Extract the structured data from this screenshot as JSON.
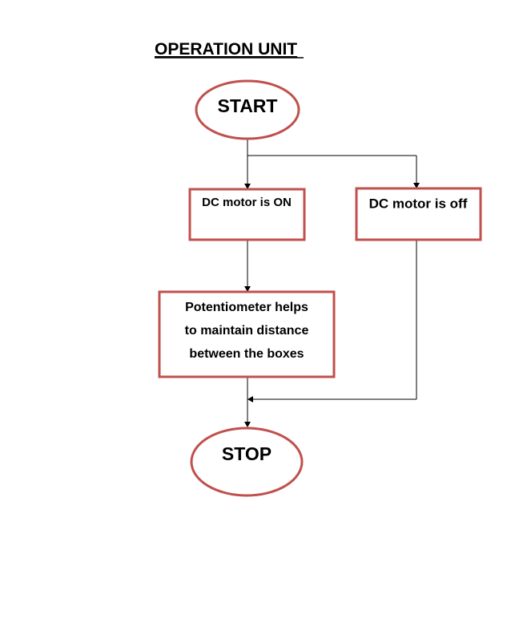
{
  "diagram": {
    "title": "OPERATION UNIT",
    "nodes": {
      "start": {
        "label": "START"
      },
      "motor_on": {
        "label": "DC motor is ON"
      },
      "motor_off": {
        "label": "DC motor is off"
      },
      "potentiometer": {
        "lines": [
          "Potentiometer helps",
          "to maintain distance",
          "between the boxes"
        ]
      },
      "stop": {
        "label": "STOP"
      }
    },
    "colors": {
      "node_border": "#c0504d",
      "connector": "#000000"
    }
  }
}
